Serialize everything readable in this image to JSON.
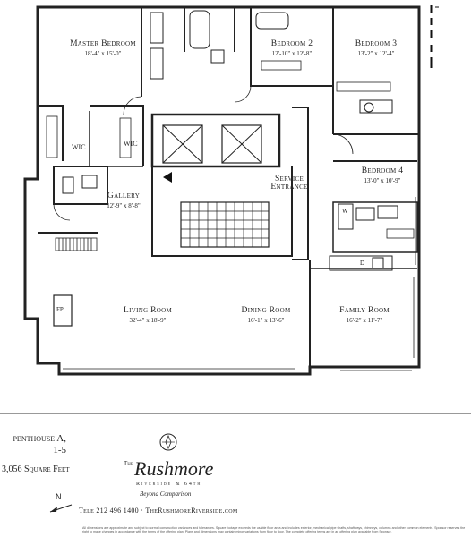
{
  "rooms": {
    "master_bedroom": {
      "name": "Master Bedroom",
      "dim": "18'-4\" x 15'-0\""
    },
    "bedroom_2": {
      "name": "Bedroom 2",
      "dim": "12'-10\" x 12'-8\""
    },
    "bedroom_3": {
      "name": "Bedroom 3",
      "dim": "13'-2\" x 12'-4\""
    },
    "bedroom_4": {
      "name": "Bedroom 4",
      "dim": "13'-0\" x 10'-9\""
    },
    "gallery": {
      "name": "Gallery",
      "dim": "12'-9\" x 8'-8\""
    },
    "service_entrance": {
      "name_line1": "Service",
      "name_line2": "Entrance"
    },
    "living_room": {
      "name": "Living Room",
      "dim": "32'-4\" x 18'-9\""
    },
    "dining_room": {
      "name": "Dining Room",
      "dim": "16'-1\" x 13'-6\""
    },
    "family_room": {
      "name": "Family Room",
      "dim": "16'-2\" x 11'-7\""
    },
    "wic_1": "WIC",
    "wic_2": "WIC",
    "fireplace": "FP",
    "washer": "W",
    "dishwasher": "D"
  },
  "unit": {
    "name": "penthouse A,",
    "floors": "1-5",
    "area": "3,056 Square Feet"
  },
  "brand": {
    "the": "The",
    "name": "Rushmore",
    "address": "Riverside & 64th",
    "tagline": "Beyond Comparison"
  },
  "contact": "Tele 212 496 1400 · TheRushmoreRiverside.com",
  "north_label": "N",
  "disclaimer": "All dimensions are approximate and subject to normal construction variances and tolerances. Square footage exceeds the usable floor area and includes exterior, mechanical pipe shafts, shaftways, chimneys, columns and other common elements. Sponsor reserves the right to make changes in accordance with the terms of the offering plan. Plans and dimensions may contain minor variations from floor to floor. The complete offering terms are in an offering plan available from Sponsor."
}
